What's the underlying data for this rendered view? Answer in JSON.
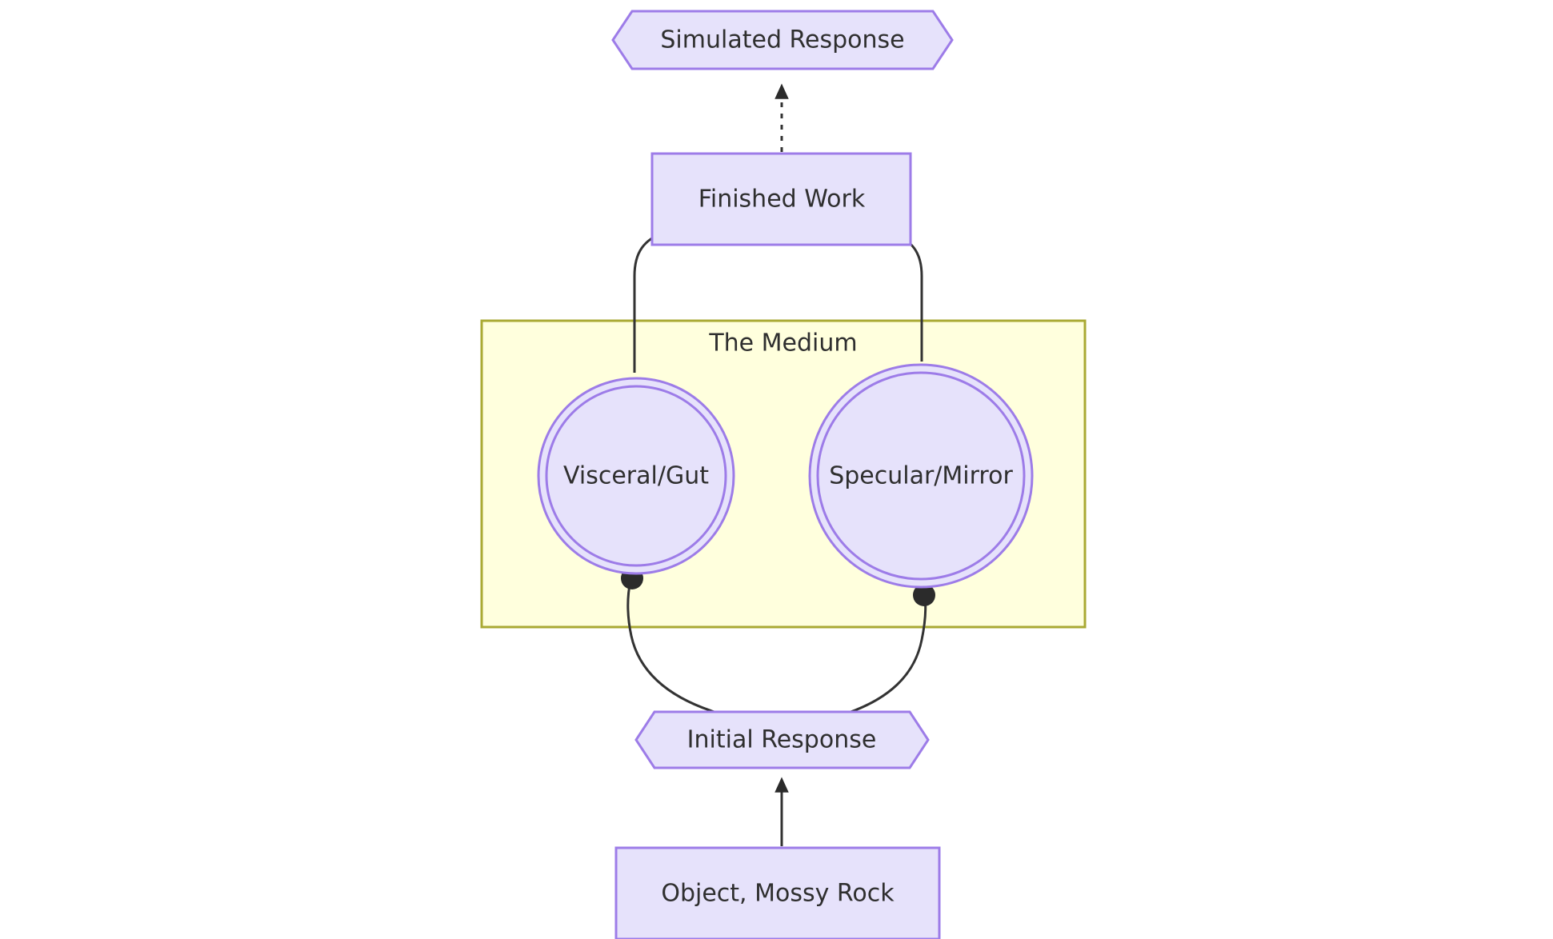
{
  "diagram": {
    "type": "flowchart",
    "direction": "bottom-to-top",
    "background_color": "#ffffff",
    "nodes": [
      {
        "id": "simulated_response",
        "label": "Simulated Response",
        "shape": "hexagon",
        "fill": "#e6e2fb",
        "stroke": "#9d7ce8"
      },
      {
        "id": "finished_work",
        "label": "Finished Work",
        "shape": "rectangle",
        "fill": "#e6e2fb",
        "stroke": "#9d7ce8"
      },
      {
        "id": "visceral_gut",
        "label": "Visceral/Gut",
        "shape": "double-circle",
        "fill": "#e6e2fb",
        "stroke": "#9d7ce8"
      },
      {
        "id": "specular_mirror",
        "label": "Specular/Mirror",
        "shape": "double-circle",
        "fill": "#e6e2fb",
        "stroke": "#9d7ce8"
      },
      {
        "id": "initial_response",
        "label": "Initial Response",
        "shape": "hexagon",
        "fill": "#e6e2fb",
        "stroke": "#9d7ce8"
      },
      {
        "id": "object_mossy_rock",
        "label": "Object, Mossy Rock",
        "shape": "rectangle",
        "fill": "#e6e2fb",
        "stroke": "#9d7ce8"
      }
    ],
    "cluster": {
      "id": "the_medium",
      "label": "The Medium",
      "fill": "#ffffdd",
      "stroke": "#aaaa33",
      "members": [
        "visceral_gut",
        "specular_mirror"
      ]
    },
    "edges": [
      {
        "from": "object_mossy_rock",
        "to": "initial_response",
        "style": "solid",
        "arrow_end": "triangle"
      },
      {
        "from": "initial_response",
        "to": "visceral_gut",
        "style": "solid",
        "arrow_end": "circle"
      },
      {
        "from": "initial_response",
        "to": "specular_mirror",
        "style": "solid",
        "arrow_end": "circle"
      },
      {
        "from": "visceral_gut",
        "to": "finished_work",
        "style": "solid",
        "arrow_end": "triangle"
      },
      {
        "from": "specular_mirror",
        "to": "finished_work",
        "style": "solid",
        "arrow_end": "triangle"
      },
      {
        "from": "finished_work",
        "to": "simulated_response",
        "style": "dotted",
        "arrow_end": "triangle"
      }
    ],
    "edge_color": "#333333",
    "label_color": "#2f2f2f"
  }
}
